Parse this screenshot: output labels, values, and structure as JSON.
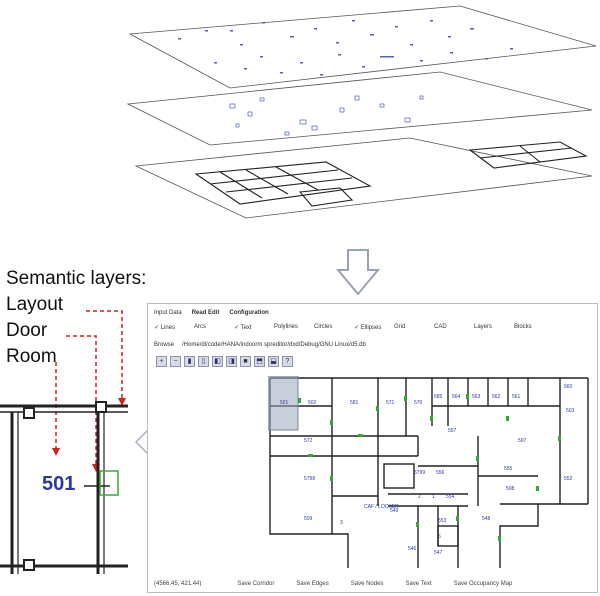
{
  "semantic_labels": {
    "heading": "Semantic layers:",
    "layout": "Layout",
    "door": "Door",
    "room": "Room"
  },
  "detail": {
    "room_number": "501"
  },
  "app": {
    "menu": [
      "Input Data",
      "Read Edit",
      "Configuration"
    ],
    "toggles": [
      {
        "label": "Lines",
        "checked": true
      },
      {
        "label": "Arcs",
        "checked": false
      },
      {
        "label": "Text",
        "checked": true
      },
      {
        "label": "Polylines",
        "checked": false
      },
      {
        "label": "Circles",
        "checked": false
      },
      {
        "label": "Ellipses",
        "checked": true
      },
      {
        "label": "Grid",
        "checked": false
      },
      {
        "label": "CAD",
        "checked": false
      },
      {
        "label": "Layers",
        "checked": false
      },
      {
        "label": "Blocks",
        "checked": false
      }
    ],
    "browse_label": "Browse",
    "file_path": "/Home/dl/code/HANA/indoorm spreditor/dxd/Debug/GNU Linux/d5.db",
    "status": {
      "coordinates": "(4566.45, 421.44)",
      "buttons": [
        "Save Corridor",
        "Save Edges",
        "Save Nodes",
        "Save Text",
        "Save Occupancy Map"
      ]
    },
    "rooms": [
      "501",
      "502",
      "581",
      "571",
      "570",
      "585",
      "564",
      "563",
      "562",
      "561",
      "560",
      "503",
      "572",
      "557",
      "507",
      "5798",
      "5799",
      "556",
      "555",
      "552",
      "508",
      "509",
      "3",
      "2",
      "1",
      "554",
      "549",
      "553",
      "548",
      "546",
      "547",
      "6",
      "CAF / LOCKER"
    ]
  }
}
